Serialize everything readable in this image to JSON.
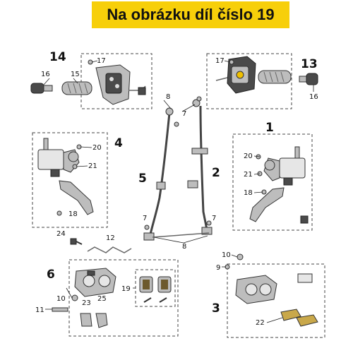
{
  "header": {
    "title": "Na obrázku díl číslo 19"
  },
  "group_labels": [
    "14",
    "13",
    "4",
    "1",
    "5",
    "2",
    "6",
    "3"
  ],
  "part_labels": [
    "17",
    "16",
    "15",
    "17",
    "16",
    "8",
    "7",
    "20",
    "21",
    "18",
    "20",
    "21",
    "18",
    "7",
    "7",
    "8",
    "24",
    "12",
    "10",
    "9",
    "10",
    "11",
    "19",
    "23",
    "25",
    "22"
  ],
  "colors": {
    "banner": "#f7cf0a",
    "ink": "#111111",
    "part_fill": "#bdbdbd",
    "dark_fill": "#4a4a4a"
  }
}
